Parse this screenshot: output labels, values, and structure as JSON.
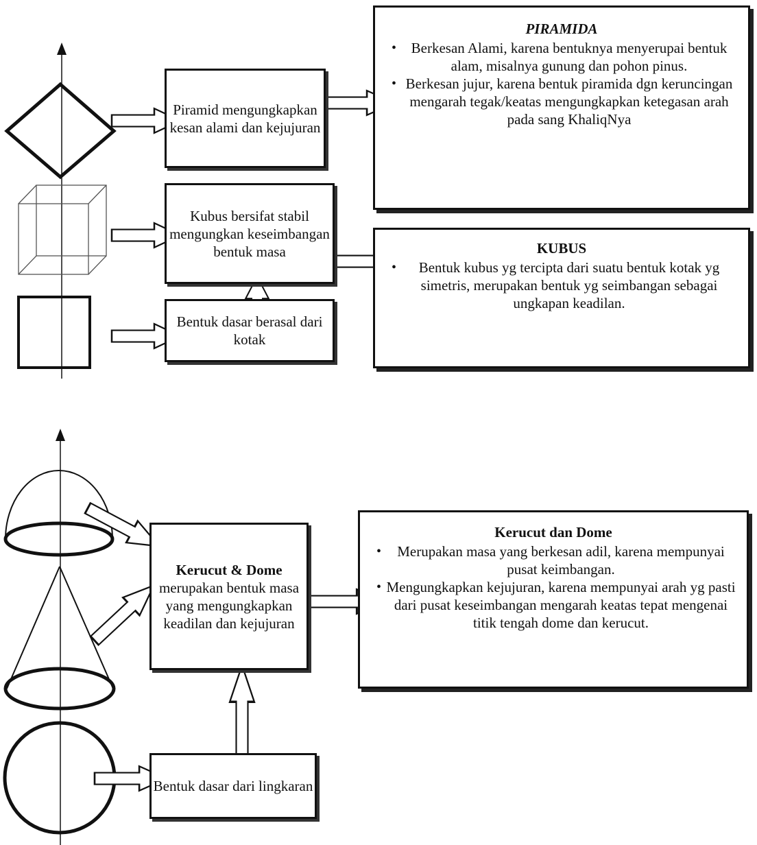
{
  "section1": {
    "box_piramid": "Piramid mengungkapkan kesan alami dan kejujuran",
    "box_kubus": "Kubus bersifat stabil mengungkan keseimbangan bentuk masa",
    "box_dasar_kotak": "Bentuk dasar berasal dari kotak",
    "info_piramida": {
      "title": "PIRAMIDA",
      "points": [
        "Berkesan Alami, karena bentuknya menyerupai bentuk alam, misalnya gunung dan pohon pinus.",
        "Berkesan jujur, karena bentuk piramida dgn keruncingan mengarah tegak/keatas mengungkapkan ketegasan arah pada sang KhaliqNya"
      ]
    },
    "info_kubus": {
      "title": "KUBUS",
      "points": [
        "Bentuk kubus yg tercipta dari suatu bentuk kotak yg simetris, merupakan bentuk yg seimbangan sebagai ungkapan keadilan."
      ]
    }
  },
  "section2": {
    "box_kerucut_title": "Kerucut & Dome",
    "box_kerucut_text": "merupakan bentuk masa yang mengungkapkan keadilan dan kejujuran",
    "box_dasar_lingkaran": "Bentuk dasar dari lingkaran",
    "info_kerucut": {
      "title": "Kerucut dan Dome",
      "points": [
        "Merupakan masa yang berkesan adil, karena mempunyai pusat keimbangan.",
        "Mengungkapkan kejujuran, karena mempunyai arah yg pasti dari pusat keseimbangan mengarah keatas tepat mengenai titik tengah dome dan kerucut."
      ]
    }
  }
}
